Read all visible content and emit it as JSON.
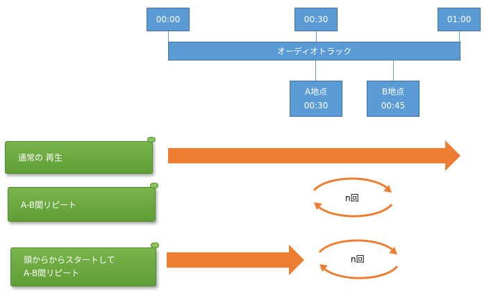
{
  "timeline": {
    "times": [
      "00:00",
      "00:30",
      "01:00"
    ],
    "track_label": "オーディオトラック",
    "point_a": {
      "label": "A地点",
      "time": "00:30"
    },
    "point_b": {
      "label": "B地点",
      "time": "00:45"
    }
  },
  "rows": {
    "normal": {
      "label": "通常の 再生"
    },
    "ab_repeat": {
      "label": "A-B間リピート",
      "count": "n回"
    },
    "start_then_ab": {
      "line1": "頭からからスタートして",
      "line2": "A-B間リピート",
      "count": "n回"
    }
  },
  "colors": {
    "blue": "#5b9bd5",
    "orange": "#ed7d31",
    "green": "#6aaa3c"
  }
}
